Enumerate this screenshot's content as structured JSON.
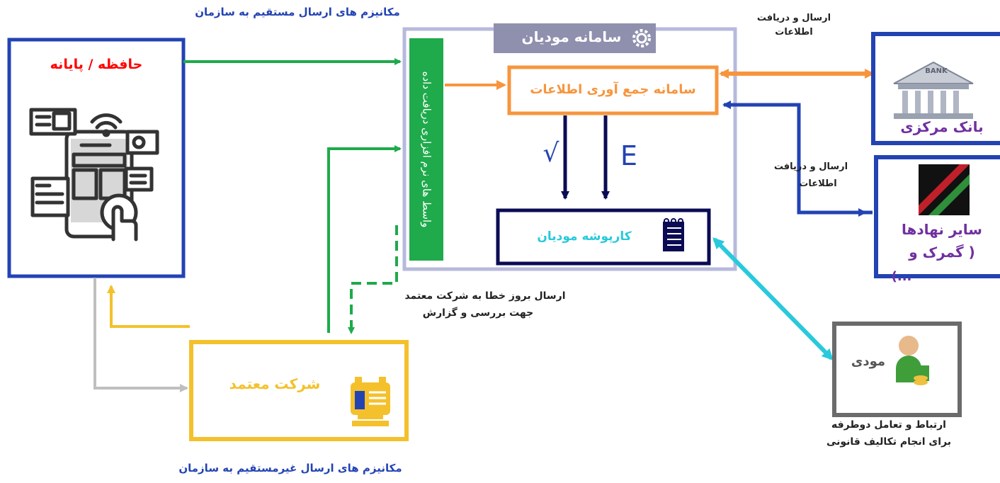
{
  "labels": {
    "direct_mechanisms": "مکانیزم های ارسال مستقیم به سازمان",
    "indirect_mechanisms": "مکانیزم های ارسال غیرمستقیم به سازمان",
    "memory_terminal": "حافظه / پایانه",
    "system_title": "سامانه مودیان",
    "software_interfaces": "واسط های نرم افزاری دریافت داده",
    "collection_system": "سامانه جمع آوری اطلاعات",
    "taxpayer_folder": "کارپوشه مودیان",
    "check_mark": "√",
    "error_mark": "E",
    "send_receive_1_line1": "ارسال و دریافت",
    "send_receive_1_line2": "اطلاعات",
    "send_receive_2_line1": "ارسال و دریافت",
    "send_receive_2_line2": "اطلاعات",
    "central_bank": "بانک مرکزی",
    "other_entities_line1": "سایر نهادها",
    "other_entities_line2": "( گمرک و",
    "other_entities_line3": "...)",
    "error_report_line1": "ارسال بروز خطا به شرکت معتمد",
    "error_report_line2": "جهت بررسی و گزارش",
    "trusted_company": "شرکت معتمد",
    "taxpayer": "مودی",
    "two_way_line1": "ارتباط و تعامل دوطرفه",
    "two_way_line2": "برای انجام تکالیف قانونی",
    "bank_sign": "BANK"
  },
  "colors": {
    "green": "#1faa4b",
    "orange": "#f7953d",
    "yellow": "#f4c12c",
    "navy": "#0b0b54",
    "blue": "#2343b3",
    "cyan": "#29c9dc",
    "gray": "#bfbfbf",
    "frame": "#b7b9dc",
    "red_text": "#ff0000",
    "purple_text": "#7030a0",
    "bank_text": "#4f6fb8"
  }
}
